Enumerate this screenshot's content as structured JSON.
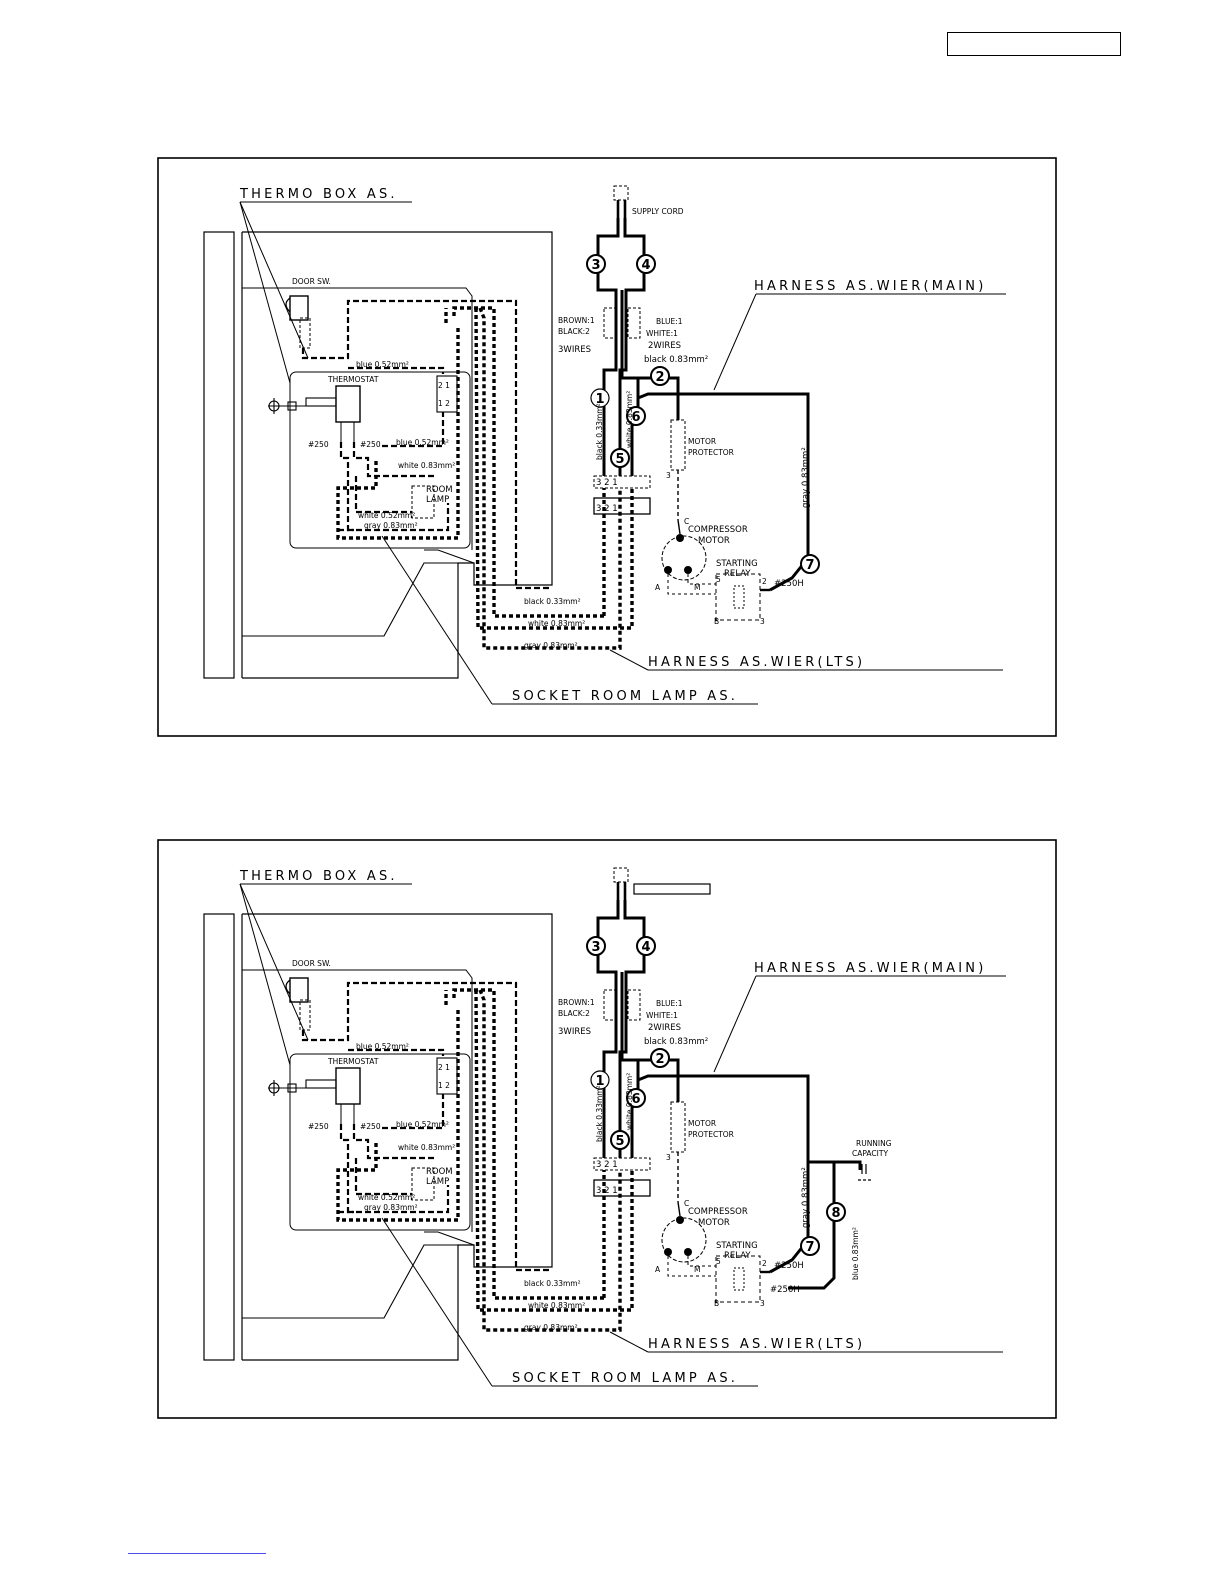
{
  "header_box_text": "",
  "diagrams": [
    {
      "labels": {
        "thermo_box": "THERMO BOX AS.",
        "door_sw": "DOOR SW.",
        "thermostat": "THERMOSTAT",
        "blue1": "blue 0.52mm²",
        "blue2": "blue 0.52mm²",
        "t250a": "#250",
        "t250b": "#250",
        "white083": "white 0.83mm²",
        "white052": "white 0.52mm²",
        "gray083": "gray 0.83mm²",
        "room_lamp_1": "ROOM",
        "room_lamp_2": "LAMP",
        "pin_top": "2  1",
        "pin_bot": "1  2",
        "supply_cord": "SUPPLY CORD",
        "harness_main": "HARNESS AS.WIER(MAIN)",
        "brown1": "BROWN:1",
        "black2": "BLACK:2",
        "three_wires": "3WIRES",
        "blue_1": "BLUE:1",
        "white_1": "WHITE:1",
        "two_wires": "2WIRES",
        "black083": "black 0.83mm²",
        "black033_v": "black 0.33mm²",
        "white083_v": "white 0.83mm²",
        "motor_protector_1": "MOTOR",
        "motor_protector_2": "PROTECTOR",
        "gray083_v": "gray 0.83mm²",
        "compressor_1": "COMPRESSOR",
        "compressor_2": "MOTOR",
        "starting_relay_1": "STARTING",
        "starting_relay_2": "RELAY",
        "t250h": "#250H",
        "conn_top": "3  2  1",
        "conn_bot": "3  2  1",
        "black033_h": "black 0.33mm²",
        "white083_h": "white 0.83mm²",
        "gray083_h": "gray 0.83mm²",
        "harness_lts": "HARNESS AS.WIER(LTS)",
        "socket_room_lamp": "SOCKET ROOM LAMP AS.",
        "term_c": "C",
        "term_s": "S",
        "term_a": "A",
        "term_m": "M",
        "term_b": "B",
        "term_3": "3",
        "term_2": "2",
        "term_5": "5",
        "pm3": "3",
        "pm3b": "3"
      },
      "circles": [
        "3",
        "4",
        "2",
        "1",
        "6",
        "5",
        "7"
      ]
    },
    {
      "labels": {
        "thermo_box": "THERMO BOX AS.",
        "door_sw": "DOOR SW.",
        "thermostat": "THERMOSTAT",
        "blue1": "blue 0.52mm²",
        "blue2": "blue 0.52mm²",
        "t250a": "#250",
        "t250b": "#250",
        "white083": "white 0.83mm²",
        "white052": "white 0.52mm²",
        "gray083": "gray 0.83mm²",
        "room_lamp_1": "ROOM",
        "room_lamp_2": "LAMP",
        "pin_top": "2  1",
        "pin_bot": "1  2",
        "supply_cord": "",
        "harness_main": "HARNESS AS.WIER(MAIN)",
        "brown1": "BROWN:1",
        "black2": "BLACK:2",
        "three_wires": "3WIRES",
        "blue_1": "BLUE:1",
        "white_1": "WHITE:1",
        "two_wires": "2WIRES",
        "black083": "black 0.83mm²",
        "black033_v": "black 0.33mm²",
        "white083_v": "white 0.83mm²",
        "motor_protector_1": "MOTOR",
        "motor_protector_2": "PROTECTOR",
        "gray083_v": "gray 0.83mm²",
        "compressor_1": "COMPRESSOR",
        "compressor_2": "MOTOR",
        "starting_relay_1": "STARTING",
        "starting_relay_2": "RELAY",
        "t250h": "#250H",
        "t250h_2": "#250H",
        "running_1": "RUNNING",
        "running_2": "CAPACITY",
        "blue083_v": "blue 0.83mm²",
        "conn_top": "3  2  1",
        "conn_bot": "3  2  1",
        "black033_h": "black 0.33mm²",
        "white083_h": "white 0.83mm²",
        "gray083_h": "gray 0.83mm²",
        "harness_lts": "HARNESS AS.WIER(LTS)",
        "socket_room_lamp": "SOCKET ROOM LAMP AS.",
        "term_c": "C",
        "term_s": "S",
        "term_a": "A",
        "term_m": "M",
        "term_b": "B",
        "term_3": "3",
        "term_2": "2",
        "term_5": "5",
        "pm3": "3",
        "pm3b": "3"
      },
      "circles": [
        "3",
        "4",
        "2",
        "1",
        "6",
        "5",
        "7",
        "8"
      ]
    }
  ]
}
